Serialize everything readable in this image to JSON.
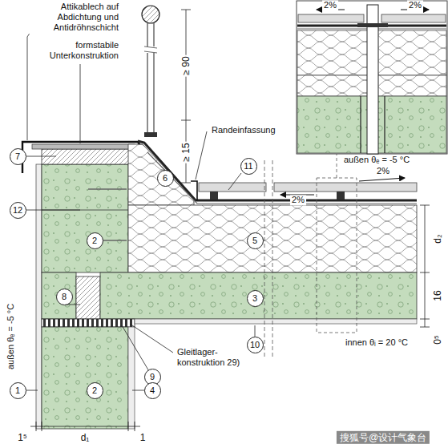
{
  "diagram": {
    "nodes": [
      {
        "text": [
          "7"
        ]
      },
      {
        "text": [
          "6"
        ]
      },
      {
        "text": [
          "11"
        ]
      },
      {
        "text": [
          "12"
        ]
      },
      {
        "text": [
          "5"
        ]
      },
      {
        "text": [
          "2"
        ]
      },
      {
        "text": [
          "8"
        ]
      },
      {
        "text": [
          "3"
        ]
      },
      {
        "text": [
          "10"
        ]
      },
      {
        "text": [
          "9"
        ]
      },
      {
        "text": [
          "1"
        ]
      },
      {
        "text": [
          "2"
        ]
      },
      {
        "text": [
          "4"
        ]
      }
    ],
    "labels": [
      "Attikablech auf Abdichtung und Antidröhnschicht",
      "formstabile Unterkonstruktion",
      "≥ 90",
      "≥ 15",
      "Randeinfassung",
      "2%",
      "2%",
      "außen θₑ = -5 °C",
      "2%",
      "2%",
      "d₂",
      "16",
      "0⁵",
      "innen θᵢ = 20 °C",
      "außen θₑ = -5 °C",
      "Gleitlager- konstruktion 29)",
      "1⁵",
      "d₁",
      "1",
      "搜狐号@设计气象台"
    ]
  }
}
